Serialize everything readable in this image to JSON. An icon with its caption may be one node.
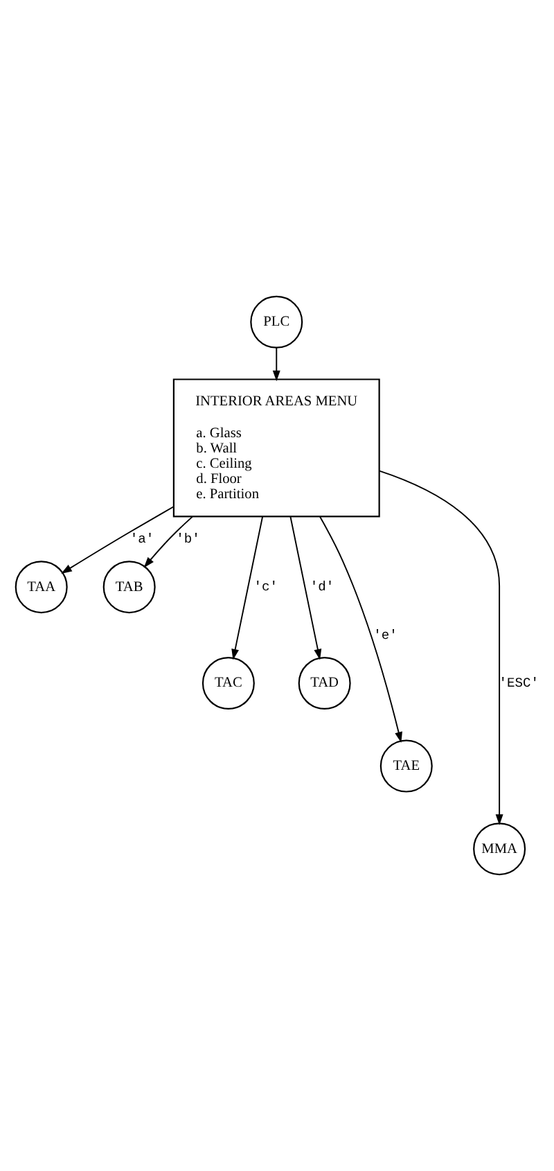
{
  "diagram": {
    "nodes": [
      {
        "text": [
          "PLC"
        ]
      },
      {
        "text": [
          "INTERIOR AREAS MENU",
          "a. Glass",
          "b. Wall",
          "c. Ceiling",
          "d. Floor",
          "e. Partition"
        ]
      },
      {
        "text": [
          "TAA"
        ]
      },
      {
        "text": [
          "TAB"
        ]
      },
      {
        "text": [
          "TAC"
        ]
      },
      {
        "text": [
          "TAD"
        ]
      },
      {
        "text": [
          "TAE"
        ]
      },
      {
        "text": [
          "MMA"
        ]
      }
    ],
    "edges": [
      {
        "from": 0,
        "to": 1,
        "arrow": "to"
      },
      {
        "from": 1,
        "to": 2,
        "arrow": "to",
        "label": "'a'"
      },
      {
        "from": 1,
        "to": 3,
        "arrow": "to",
        "label": "'b'"
      },
      {
        "from": 1,
        "to": 4,
        "arrow": "to",
        "label": "'c'"
      },
      {
        "from": 1,
        "to": 5,
        "arrow": "to",
        "label": "'d'"
      },
      {
        "from": 1,
        "to": 6,
        "arrow": "to",
        "label": "'e'"
      },
      {
        "from": 1,
        "to": 7,
        "arrow": "to",
        "label": "'ESC'"
      }
    ]
  }
}
